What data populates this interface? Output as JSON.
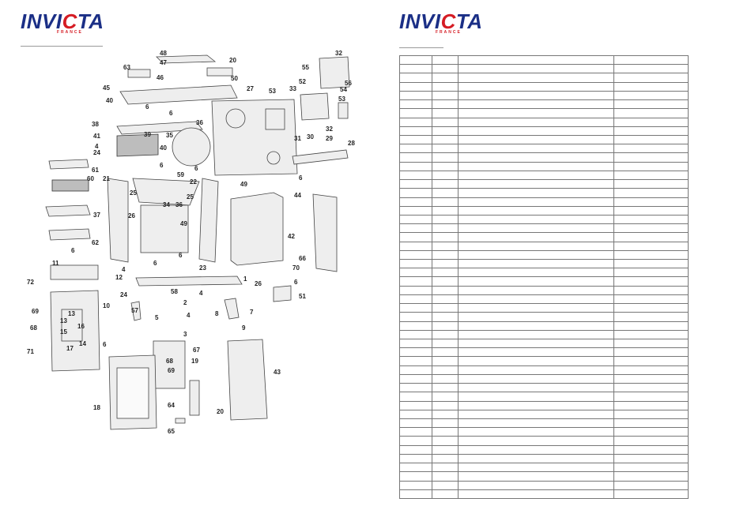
{
  "brand": {
    "name_left": "INVI",
    "name_right": "TA",
    "sub": "FRANCE"
  },
  "callouts": [
    "48",
    "47",
    "20",
    "63",
    "46",
    "50",
    "45",
    "40",
    "6",
    "27",
    "53",
    "55",
    "32",
    "56",
    "52",
    "33",
    "54",
    "53",
    "6",
    "38",
    "39",
    "36",
    "41",
    "35",
    "4",
    "24",
    "40",
    "6",
    "6",
    "32",
    "31",
    "30",
    "29",
    "28",
    "6",
    "61",
    "60",
    "59",
    "21",
    "25",
    "22",
    "49",
    "44",
    "25",
    "36",
    "26",
    "34",
    "37",
    "49",
    "42",
    "62",
    "6",
    "6",
    "6",
    "66",
    "11",
    "12",
    "4",
    "23",
    "70",
    "1",
    "72",
    "24",
    "58",
    "4",
    "26",
    "6",
    "51",
    "69",
    "10",
    "57",
    "2",
    "13",
    "5",
    "4",
    "8",
    "7",
    "68",
    "13",
    "16",
    "15",
    "14",
    "17",
    "3",
    "9",
    "6",
    "71",
    "67",
    "68",
    "69",
    "19",
    "43",
    "18",
    "64",
    "20",
    "65"
  ],
  "table": {
    "rows": 50,
    "cols": 4
  }
}
